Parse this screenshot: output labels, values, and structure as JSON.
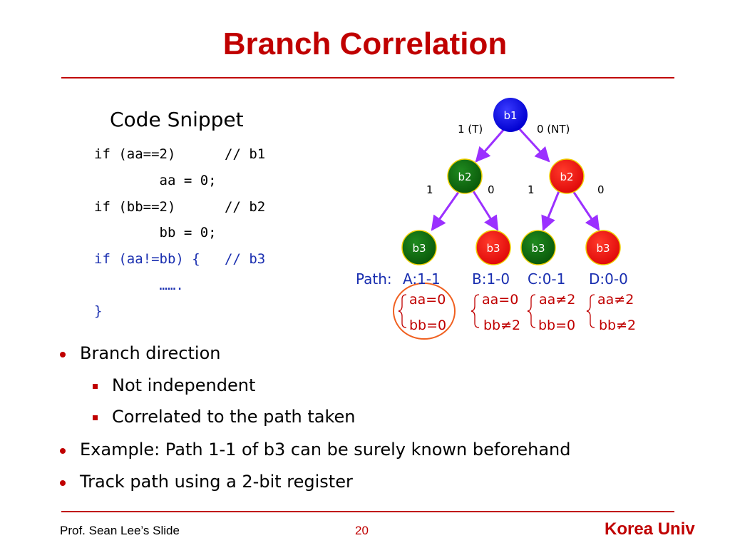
{
  "slide": {
    "title": "Branch Correlation",
    "snippet_heading": "Code Snippet",
    "code_lines": [
      "if (aa==2)      // b1",
      "        aa = 0;",
      "if (bb==2)      // b2",
      "        bb = 0;",
      "if (aa!=bb) {   // b3",
      "        …….",
      "}"
    ],
    "tree": {
      "nodes": [
        "b1",
        "b2",
        "b2",
        "b3",
        "b3",
        "b3",
        "b3"
      ],
      "edge_labels": {
        "root_left": "1 (T)",
        "root_right": "0 (NT)",
        "left_1": "1",
        "left_0": "0",
        "right_1": "1",
        "right_0": "0"
      },
      "colors": {
        "blue": "#1010e0",
        "green": "#107010",
        "red": "#e81010",
        "arrow": "#9b30ff"
      }
    },
    "paths": {
      "prefix": "Path:",
      "a": "A:1-1",
      "b": "B:1-0",
      "c": "C:0-1",
      "d": "D:0-0"
    },
    "conditions": {
      "a1": "aa=0",
      "a2": "bb=0",
      "b1": "aa=0",
      "b2": "bb≠2",
      "c1": "aa≠2",
      "c2": "bb=0",
      "d1": "aa≠2",
      "d2": "bb≠2"
    },
    "bullets": {
      "b1": "Branch direction",
      "b1_s1": "Not independent",
      "b1_s2": "Correlated to the path taken",
      "b2": "Example: Path 1-1 of b3 can be surely known beforehand",
      "b3": "Track path using a 2-bit register"
    },
    "footer": {
      "left": "Prof. Sean Lee’s Slide",
      "page": "20",
      "right": "Korea Univ"
    },
    "accent_color": "#c00000"
  }
}
